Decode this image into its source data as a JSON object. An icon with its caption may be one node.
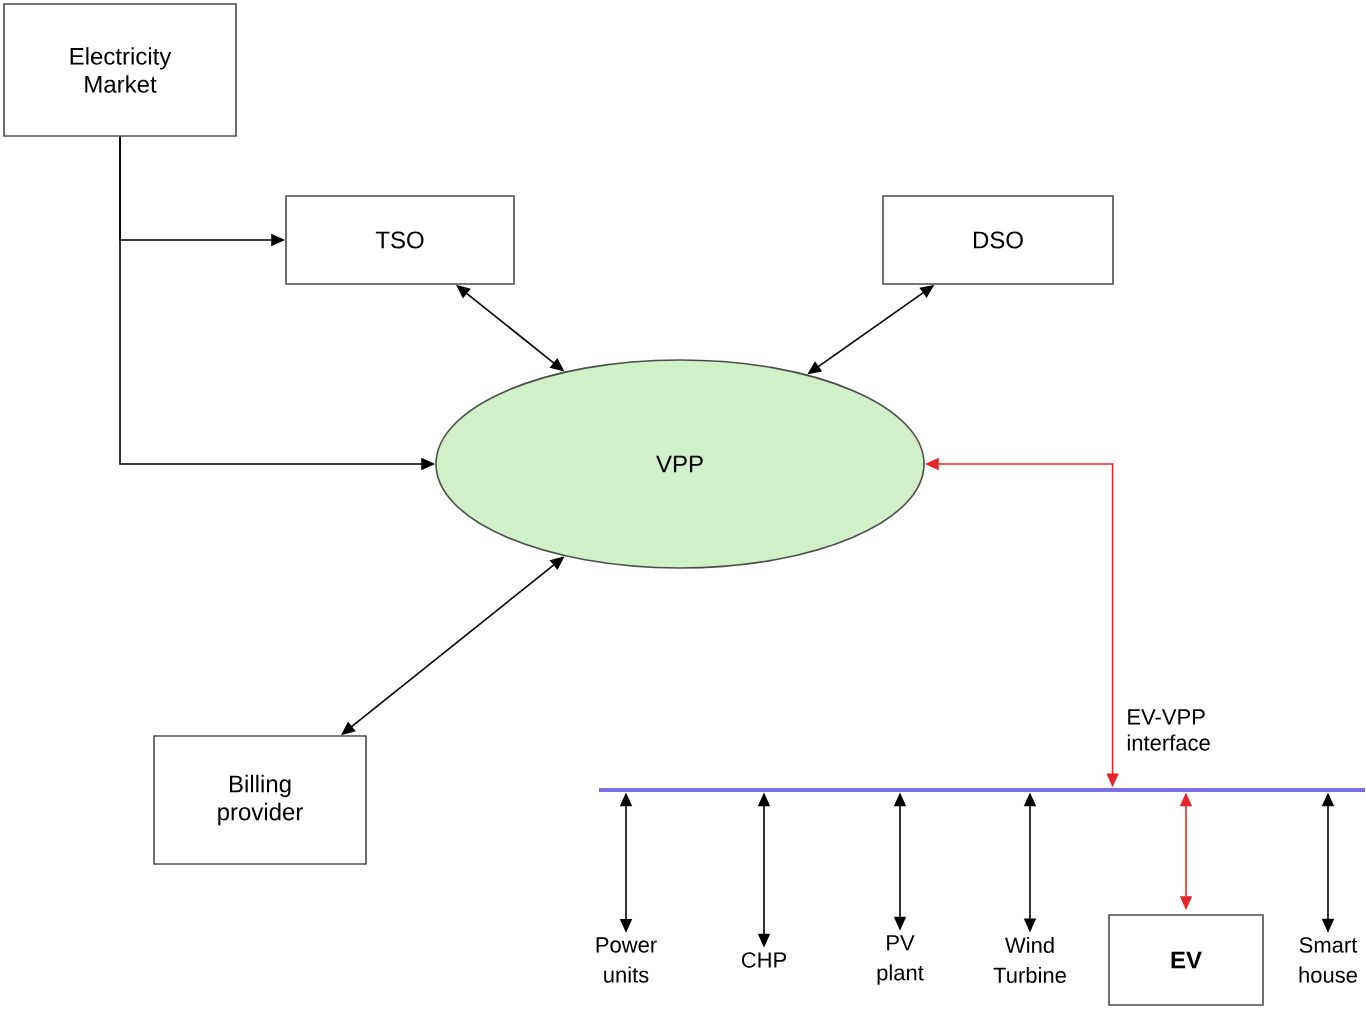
{
  "diagram": {
    "nodes": [
      {
        "text": [
          "Electricity Market"
        ]
      },
      {
        "text": [
          "TSO"
        ]
      },
      {
        "text": [
          "DSO"
        ]
      },
      {
        "text": [
          "VPP"
        ]
      },
      {
        "text": [
          "Billing provider"
        ]
      },
      {
        "text": [],
        "shape": "bar"
      },
      {
        "text": [
          "Power units"
        ]
      },
      {
        "text": [
          "CHP"
        ]
      },
      {
        "text": [
          "PV plant"
        ]
      },
      {
        "text": [
          "Wind Turbine"
        ]
      },
      {
        "text": [
          "EV"
        ]
      },
      {
        "text": [
          "Smart house"
        ]
      }
    ],
    "edges": [
      {
        "from": 0,
        "to": 1,
        "arrow": "to"
      },
      {
        "from": 0,
        "to": 3,
        "arrow": "to"
      },
      {
        "from": 1,
        "to": 3,
        "arrow": "both"
      },
      {
        "from": 2,
        "to": 3,
        "arrow": "both"
      },
      {
        "from": 4,
        "to": 3,
        "arrow": "both"
      },
      {
        "from": 5,
        "to": 3,
        "arrow": "both",
        "label": "EV-VPP interface",
        "color": "#e8262a"
      },
      {
        "from": 5,
        "to": 6,
        "arrow": "both"
      },
      {
        "from": 5,
        "to": 7,
        "arrow": "both"
      },
      {
        "from": 5,
        "to": 8,
        "arrow": "both"
      },
      {
        "from": 5,
        "to": 9,
        "arrow": "both"
      },
      {
        "from": 5,
        "to": 10,
        "arrow": "both",
        "color": "#e8262a"
      },
      {
        "from": 5,
        "to": 11,
        "arrow": "both"
      }
    ]
  }
}
